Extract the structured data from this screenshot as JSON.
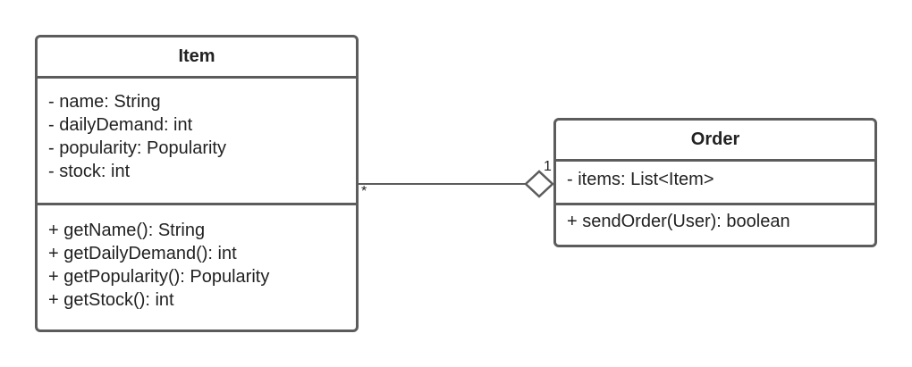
{
  "classes": {
    "item": {
      "name": "Item",
      "attributes": [
        "- name: String",
        "- dailyDemand: int",
        "- popularity: Popularity",
        "- stock: int"
      ],
      "operations": [
        "+ getName(): String",
        "+ getDailyDemand(): int",
        "+ getPopularity(): Popularity",
        "+ getStock(): int"
      ]
    },
    "order": {
      "name": "Order",
      "attributes": [
        "- items: List<Item>"
      ],
      "operations": [
        "+ sendOrder(User): boolean"
      ]
    }
  },
  "association": {
    "type": "aggregation",
    "item_multiplicity": "*",
    "order_multiplicity": "1"
  },
  "colors": {
    "stroke": "#5c5c5c",
    "text": "#222222",
    "background": "#ffffff"
  }
}
